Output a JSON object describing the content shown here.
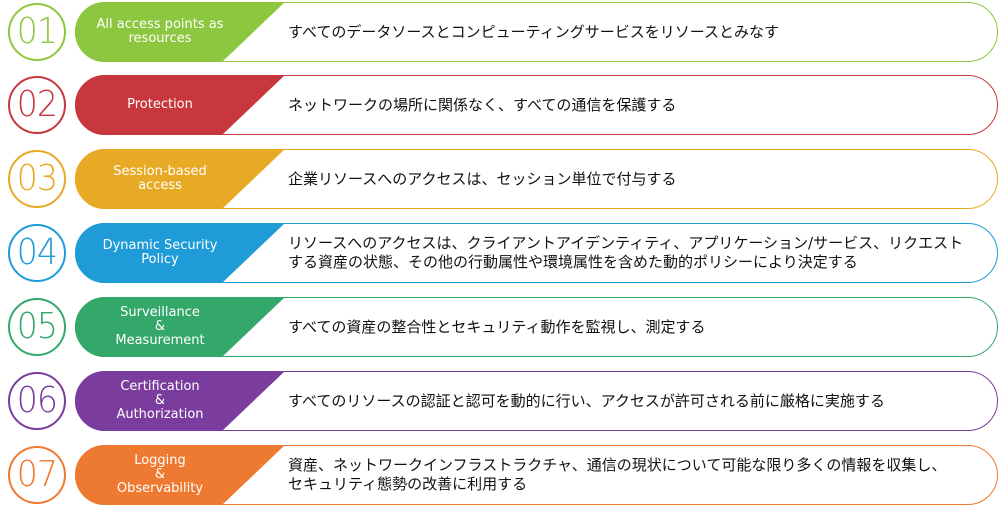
{
  "items": [
    {
      "number": "01",
      "label": "All access points as\nresources",
      "description": "すべてのデータソースとコンピューティングサービスをリソースとみなす",
      "color": "#8DC63F"
    },
    {
      "number": "02",
      "label": "Protection",
      "description": "ネットワークの場所に関係なく、すべての通信を保護する",
      "color": "#C8373E"
    },
    {
      "number": "03",
      "label": "Session-based\naccess",
      "description": "企業リソースへのアクセスは、セッション単位で付与する",
      "color": "#E8AA25"
    },
    {
      "number": "04",
      "label": "Dynamic Security\nPolicy",
      "description": "リソースへのアクセスは、クライアントアイデンティティ、アプリケーション/サービス、リクエスト\nする資産の状態、その他の行動属性や環境属性を含めた動的ポリシーにより決定する",
      "color": "#1F9BD7"
    },
    {
      "number": "05",
      "label": "Surveillance\n&\nMeasurement",
      "description": "すべての資産の整合性とセキュリティ動作を監視し、測定する",
      "color": "#34A86B"
    },
    {
      "number": "06",
      "label": "Certification\n&\nAuthorization",
      "description": "すべてのリソースの認証と認可を動的に行い、アクセスが許可される前に厳格に実施する",
      "color": "#7A3D9E"
    },
    {
      "number": "07",
      "label": "Logging\n&\nObservability",
      "description": "資産、ネットワークインフラストラクチャ、通信の現状について可能な限り多くの情報を収集し、\nセキュリティ態勢の改善に利用する",
      "color": "#EE7A31"
    }
  ]
}
